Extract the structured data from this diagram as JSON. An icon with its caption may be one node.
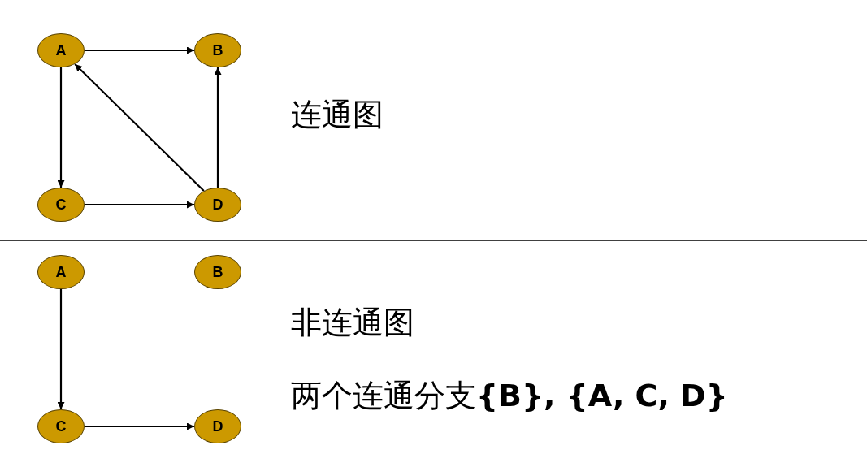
{
  "diagram": {
    "nodes": [
      {
        "text": [
          "A"
        ]
      },
      {
        "text": [
          "B"
        ]
      },
      {
        "text": [
          "C"
        ]
      },
      {
        "text": [
          "D"
        ]
      },
      {
        "text": [
          "A"
        ]
      },
      {
        "text": [
          "B"
        ]
      },
      {
        "text": [
          "C"
        ]
      },
      {
        "text": [
          "D"
        ]
      }
    ],
    "edges": [
      {
        "from": 0,
        "to": 1,
        "arrow": "to"
      },
      {
        "from": 0,
        "to": 2,
        "arrow": "to"
      },
      {
        "from": 3,
        "to": 0,
        "arrow": "to"
      },
      {
        "from": 3,
        "to": 1,
        "arrow": "to"
      },
      {
        "from": 2,
        "to": 3,
        "arrow": "to"
      },
      {
        "from": 4,
        "to": 6,
        "arrow": "to"
      },
      {
        "from": 6,
        "to": 7,
        "arrow": "to"
      }
    ],
    "labels": [
      "连通图",
      "非连通图",
      "两个连通分支**{B}, {A, C, D}**"
    ]
  }
}
